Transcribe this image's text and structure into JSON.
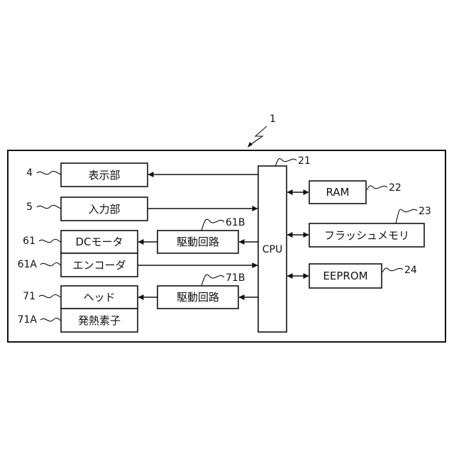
{
  "diagram": {
    "system_ref": "1",
    "blocks": {
      "display": {
        "label": "表示部",
        "ref": "4"
      },
      "input": {
        "label": "入力部",
        "ref": "5"
      },
      "dc_motor": {
        "label": "DCモータ",
        "ref": "61"
      },
      "encoder": {
        "label": "エンコーダ",
        "ref": "61A"
      },
      "head": {
        "label": "ヘッド",
        "ref": "71"
      },
      "heating_element": {
        "label": "発熱素子",
        "ref": "71A"
      },
      "motor_driver": {
        "label": "駆動回路",
        "ref": "61B"
      },
      "head_driver": {
        "label": "駆動回路",
        "ref": "71B"
      },
      "cpu": {
        "label": "CPU",
        "ref": "21"
      },
      "ram": {
        "label": "RAM",
        "ref": "22"
      },
      "flash": {
        "label": "フラッシュメモリ",
        "ref": "23"
      },
      "eeprom": {
        "label": "EEPROM",
        "ref": "24"
      }
    }
  },
  "colors": {
    "line": "#111111",
    "background": "#ffffff"
  }
}
